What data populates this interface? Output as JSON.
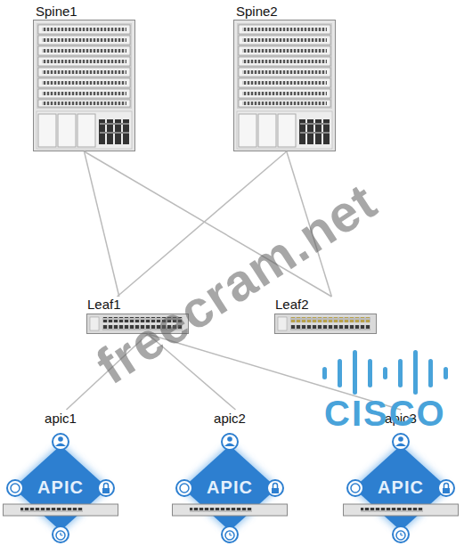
{
  "diagram": {
    "nodes": [
      {
        "text": [
          "Spine1"
        ]
      },
      {
        "text": [
          "Spine2"
        ]
      },
      {
        "text": [
          "Leaf1"
        ]
      },
      {
        "text": [
          "Leaf2"
        ]
      },
      {
        "text": [
          "apic1",
          "APIC"
        ]
      },
      {
        "text": [
          "apic2",
          "APIC"
        ]
      },
      {
        "text": [
          "apic3",
          "APIC"
        ]
      }
    ],
    "edges": [
      {
        "from": 0,
        "to": 2,
        "arrow": "none"
      },
      {
        "from": 0,
        "to": 3,
        "arrow": "none"
      },
      {
        "from": 1,
        "to": 2,
        "arrow": "none"
      },
      {
        "from": 1,
        "to": 3,
        "arrow": "none"
      },
      {
        "from": 2,
        "to": 4,
        "arrow": "none"
      },
      {
        "from": 2,
        "to": 5,
        "arrow": "none"
      },
      {
        "from": 2,
        "to": 6,
        "arrow": "none"
      }
    ],
    "labels": [
      "freecram.net",
      "CISCO"
    ]
  }
}
